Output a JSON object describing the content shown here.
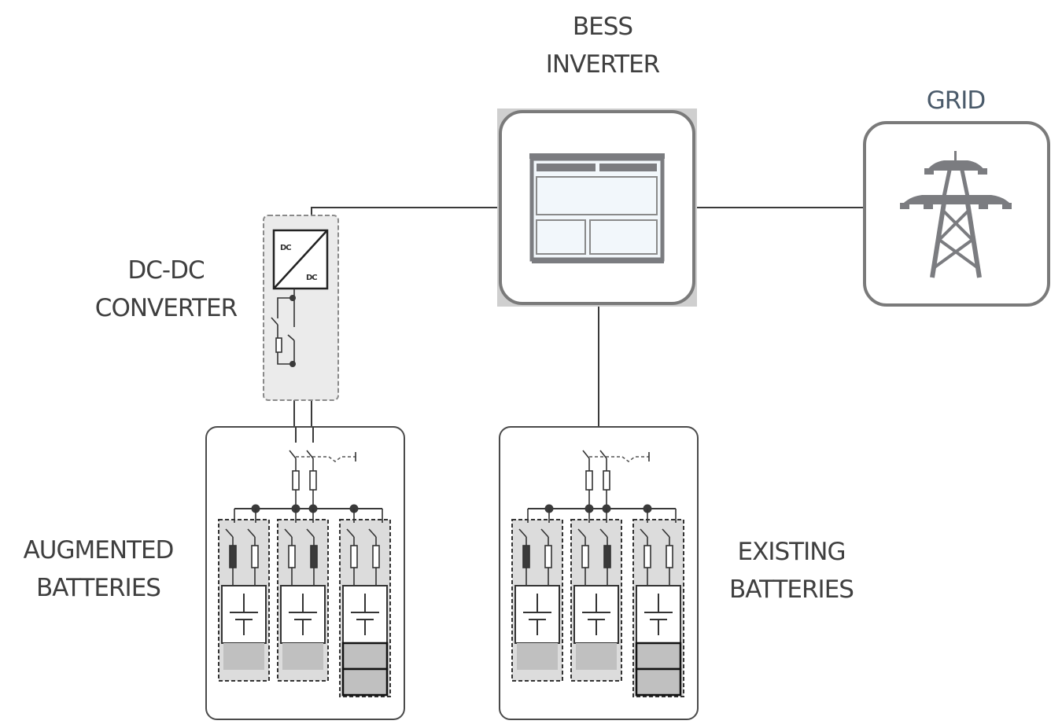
{
  "labels": {
    "bess_inverter_line1": "BESS",
    "bess_inverter_line2": "INVERTER",
    "grid": "GRID",
    "dcdc_line1": "DC-DC",
    "dcdc_line2": "CONVERTER",
    "augmented_line1": "AUGMENTED",
    "augmented_line2": "BATTERIES",
    "existing_line1": "EXISTING",
    "existing_line2": "BATTERIES",
    "dc_in": "DC",
    "dc_out": "DC"
  },
  "icons": {
    "inverter": "inverter-panel-icon",
    "grid": "transmission-tower-icon",
    "converter": "dc-dc-converter-icon",
    "battery": "battery-cell-icon"
  },
  "colors": {
    "line": "#3a3a3a",
    "box_border": "#7a7a7a",
    "icon_gray": "#7b7c80",
    "dashed_fill": "#dcdcdc",
    "charge_fill": "#c0c0c0",
    "inverter_screen": "#f2f7fb"
  },
  "battery_groups": [
    {
      "name": "augmented",
      "racks": [
        {
          "fuse_left": "filled",
          "fuse_right": "open",
          "charge_blocks": 1
        },
        {
          "fuse_left": "open",
          "fuse_right": "filled",
          "charge_blocks": 1
        },
        {
          "fuse_left": "open",
          "fuse_right": "open",
          "charge_blocks": 2
        }
      ]
    },
    {
      "name": "existing",
      "racks": [
        {
          "fuse_left": "filled",
          "fuse_right": "open",
          "charge_blocks": 1
        },
        {
          "fuse_left": "open",
          "fuse_right": "filled",
          "charge_blocks": 1
        },
        {
          "fuse_left": "open",
          "fuse_right": "open",
          "charge_blocks": 2
        }
      ]
    }
  ]
}
